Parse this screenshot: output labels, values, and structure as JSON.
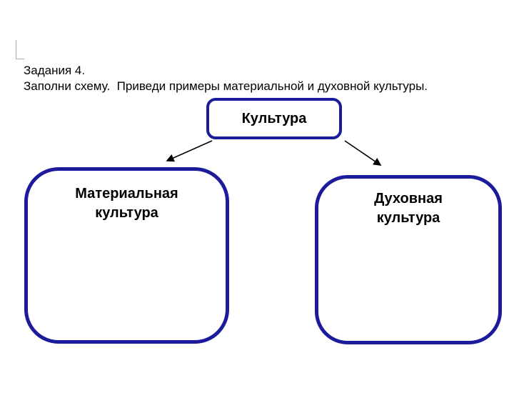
{
  "header": {
    "title": "Задания 4.",
    "instruction": "Заполни схему.  Приведи примеры материальной и духовной культуры."
  },
  "diagram": {
    "root_label": "Культура",
    "material_label": "Материальная культура",
    "spiritual_label": "Духовная культура"
  },
  "colors": {
    "box_border": "#1b1b9c",
    "arrow": "#000000",
    "text": "#000000",
    "background": "#ffffff"
  }
}
